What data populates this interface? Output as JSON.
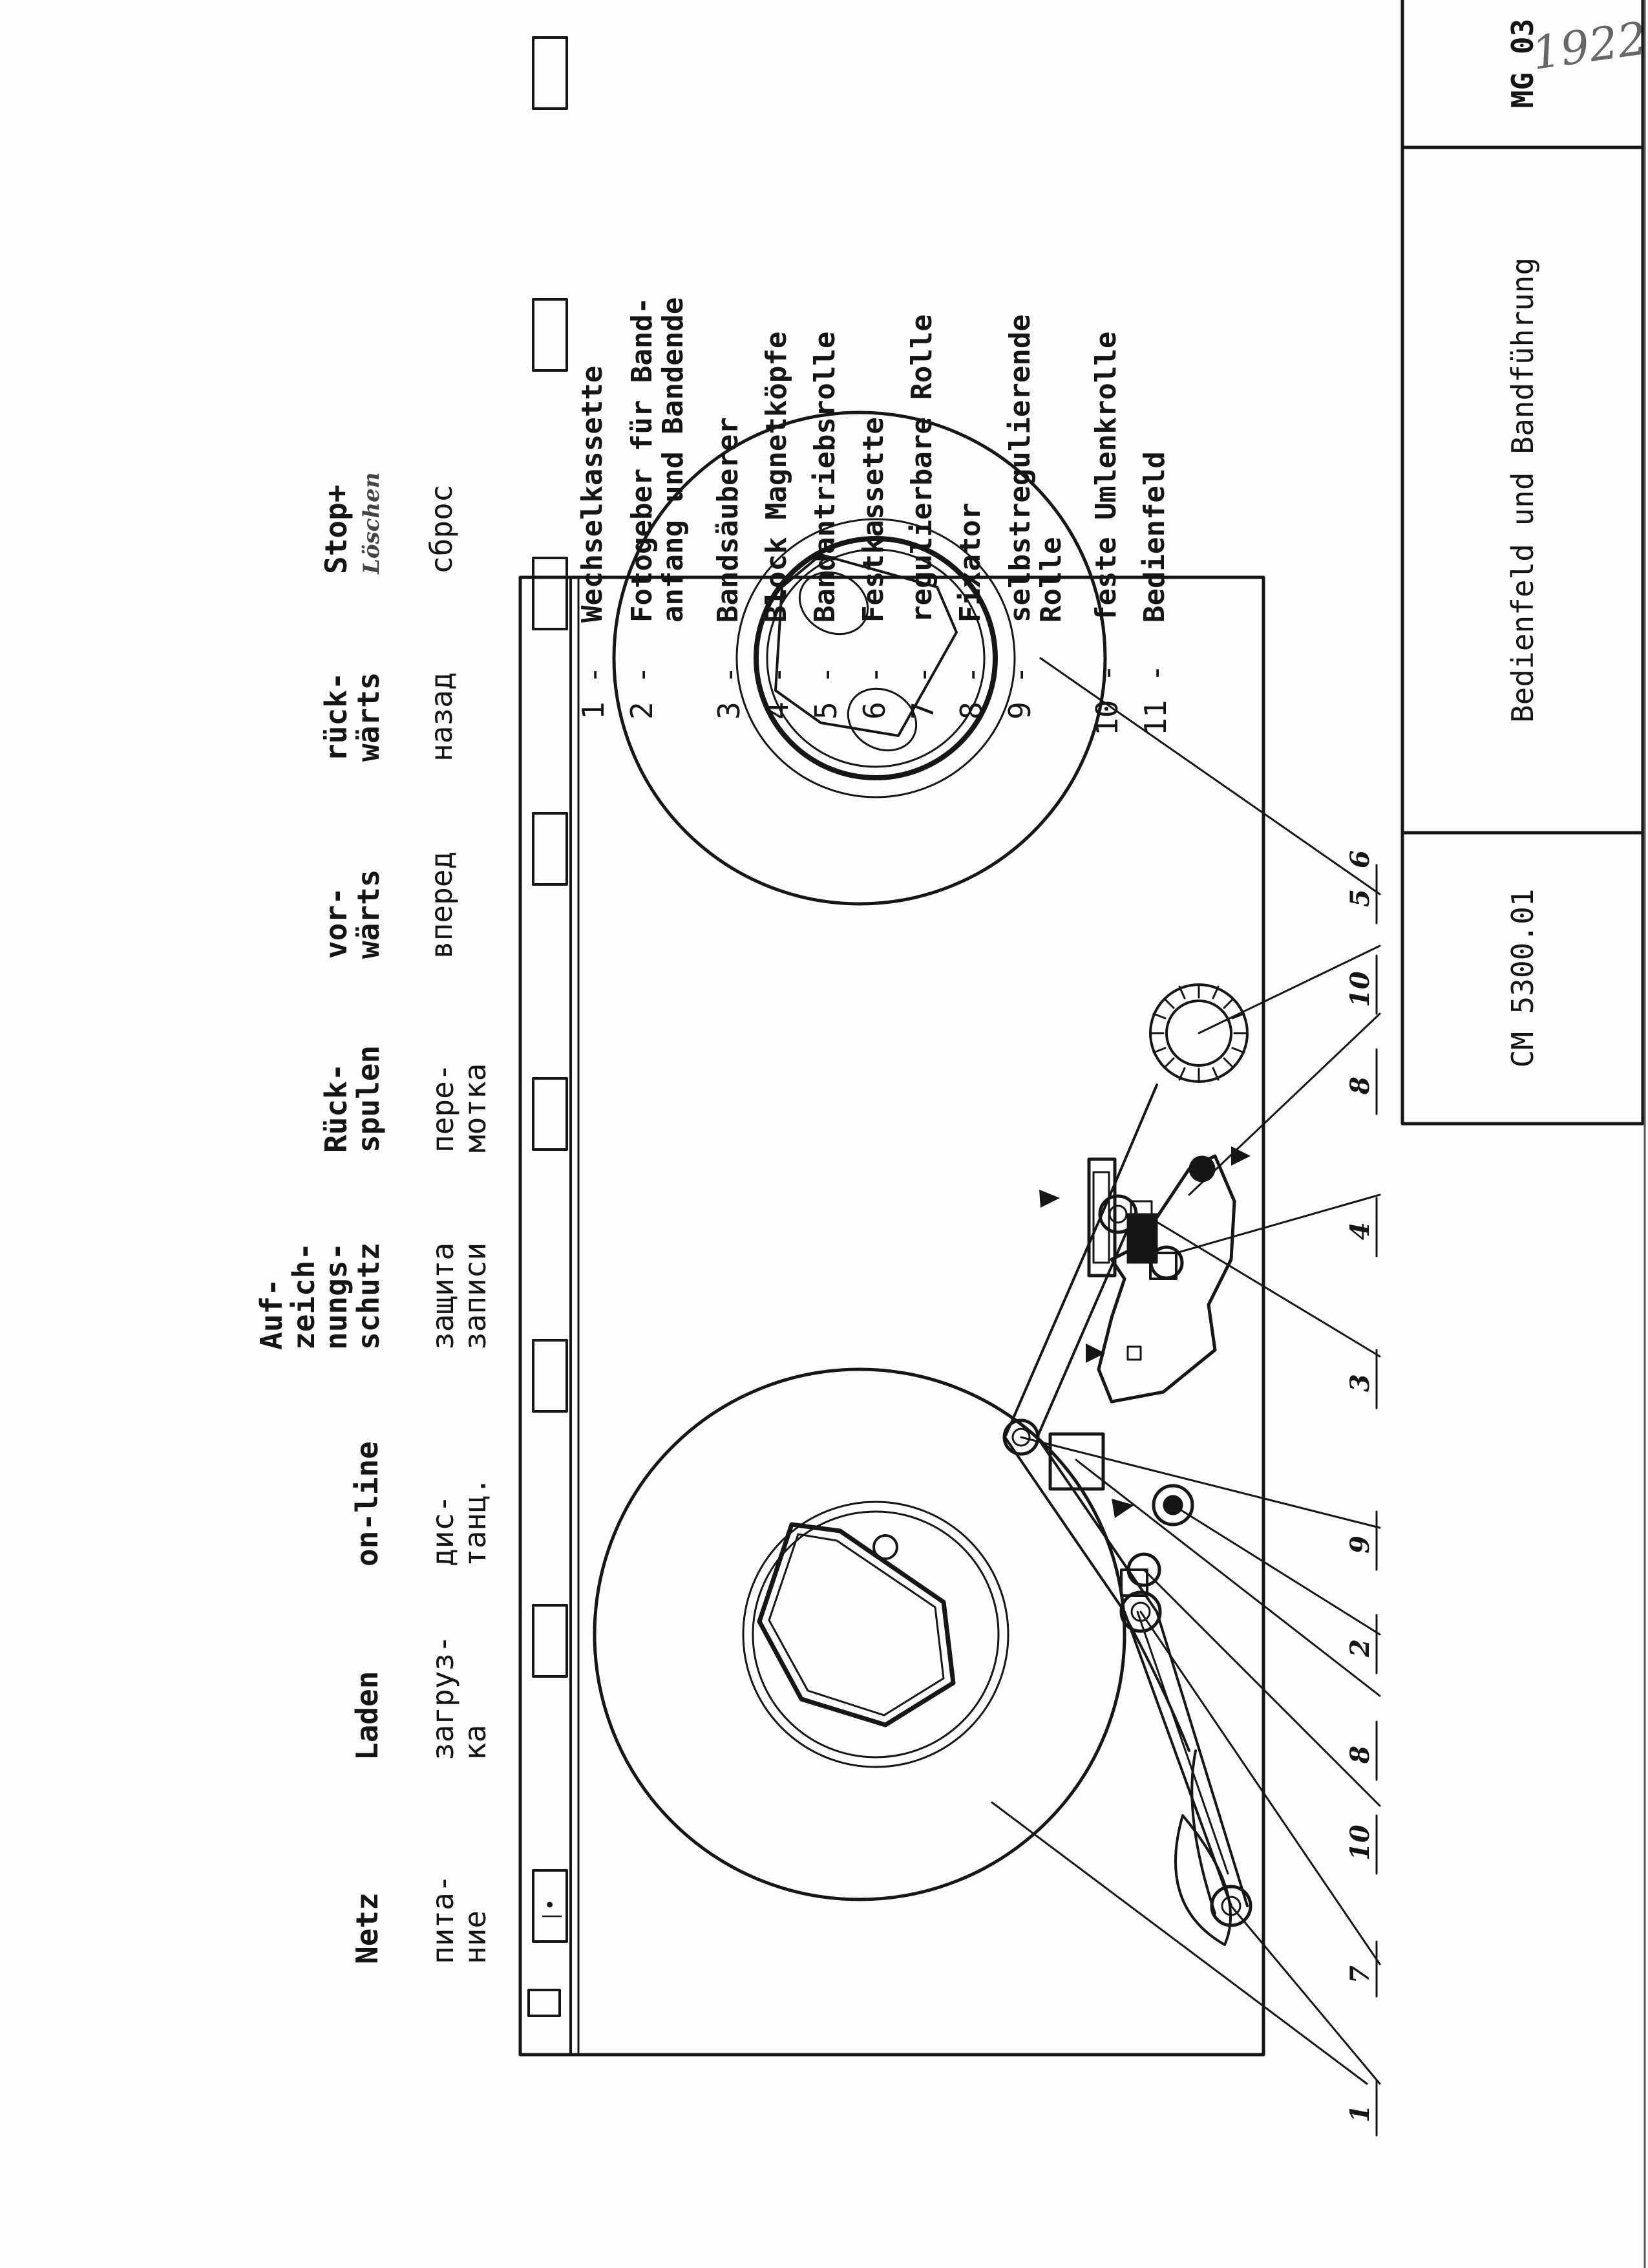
{
  "operator_panel": {
    "labels_de": [
      {
        "lines": [
          "Netz"
        ]
      },
      {
        "lines": [
          "Laden"
        ]
      },
      {
        "lines": [
          "on-line"
        ]
      },
      {
        "lines": [
          "Auf-",
          "zeich-",
          "nungs-",
          "schutz"
        ]
      },
      {
        "lines": [
          "Rück-",
          "spulen"
        ]
      },
      {
        "lines": [
          "vor-",
          "wärts"
        ]
      },
      {
        "lines": [
          "rück-",
          "wärts"
        ]
      },
      {
        "lines": [
          "Stop+",
          "Löschen"
        ]
      }
    ],
    "labels_ru": [
      {
        "lines": [
          "пита-",
          "ние"
        ]
      },
      {
        "lines": [
          "загруз-",
          "ка"
        ]
      },
      {
        "lines": [
          "дис-",
          "танц."
        ]
      },
      {
        "lines": [
          "защита",
          "записи"
        ]
      },
      {
        "lines": [
          "пере-",
          "мотка"
        ]
      },
      {
        "lines": [
          "вперед"
        ]
      },
      {
        "lines": [
          "назад"
        ]
      },
      {
        "lines": [
          "сброс"
        ]
      }
    ]
  },
  "callouts": [
    "1",
    "7",
    "10",
    "8",
    "2",
    "9",
    "3",
    "4",
    "8",
    "10",
    "5",
    "6"
  ],
  "legend": [
    {
      "num": "1 -",
      "lines": [
        "Wechselkassette"
      ]
    },
    {
      "num": "2 -",
      "lines": [
        "Fotogeber für Band-",
        "anfang und Bandende"
      ]
    },
    {
      "num": "3 -",
      "lines": [
        "Bandsäuberer"
      ]
    },
    {
      "num": "4 -",
      "lines": [
        "Block Magnetköpfe"
      ]
    },
    {
      "num": "5 -",
      "lines": [
        "Bandantriebsrolle"
      ]
    },
    {
      "num": "6 -",
      "lines": [
        "Festkassette"
      ]
    },
    {
      "num": "7 -",
      "lines": [
        "regulierbare Rolle"
      ]
    },
    {
      "num": "8 -",
      "lines": [
        "Fixator"
      ]
    },
    {
      "num": "9 -",
      "lines": [
        "selbstregulierende",
        "Rolle"
      ]
    },
    {
      "num": "10 -",
      "lines": [
        "feste Umlenkrolle"
      ]
    },
    {
      "num": "11 -",
      "lines": [
        "Bedienfeld"
      ]
    }
  ],
  "title_block": {
    "model": "CM 5300.01",
    "title": "Bedienfeld und Bandführung",
    "sheet": "MG 03"
  },
  "page_mark": "1922"
}
